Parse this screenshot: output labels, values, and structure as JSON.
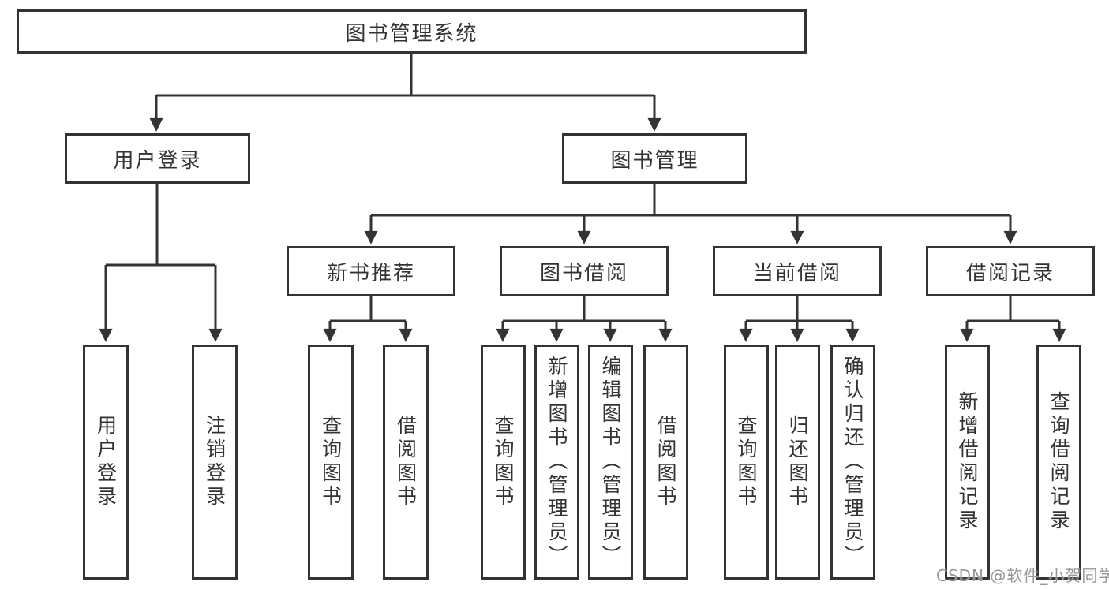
{
  "diagram": {
    "type": "hierarchy",
    "root": {
      "label": "图书管理系统"
    },
    "level2": [
      {
        "id": "user-login",
        "label": "用户登录"
      },
      {
        "id": "book-management",
        "label": "图书管理"
      }
    ],
    "level3": [
      {
        "id": "new-book-recommend",
        "label": "新书推荐",
        "parent": "图书管理"
      },
      {
        "id": "book-borrow",
        "label": "图书借阅",
        "parent": "图书管理"
      },
      {
        "id": "current-borrow",
        "label": "当前借阅",
        "parent": "图书管理"
      },
      {
        "id": "borrow-records",
        "label": "借阅记录",
        "parent": "图书管理"
      }
    ],
    "leaves": [
      {
        "label": "用户登录",
        "parent": "用户登录"
      },
      {
        "label": "注销登录",
        "parent": "用户登录"
      },
      {
        "label": "查询图书",
        "parent": "新书推荐"
      },
      {
        "label": "借阅图书",
        "parent": "新书推荐"
      },
      {
        "label": "查询图书",
        "parent": "图书借阅"
      },
      {
        "label": "新增图书（管理员）",
        "parent": "图书借阅"
      },
      {
        "label": "编辑图书（管理员）",
        "parent": "图书借阅"
      },
      {
        "label": "借阅图书",
        "parent": "图书借阅"
      },
      {
        "label": "查询图书",
        "parent": "当前借阅"
      },
      {
        "label": "归还图书",
        "parent": "当前借阅"
      },
      {
        "label": "确认归还（管理员）",
        "parent": "当前借阅"
      },
      {
        "label": "新增借阅记录",
        "parent": "借阅记录"
      },
      {
        "label": "查询借阅记录",
        "parent": "借阅记录"
      }
    ],
    "colors": {
      "line": "#333333",
      "box_border": "#333333",
      "text": "#333333",
      "watermark": "#919191",
      "background": "#ffffff"
    },
    "watermark": "CSDN @软件_小贺同学"
  }
}
